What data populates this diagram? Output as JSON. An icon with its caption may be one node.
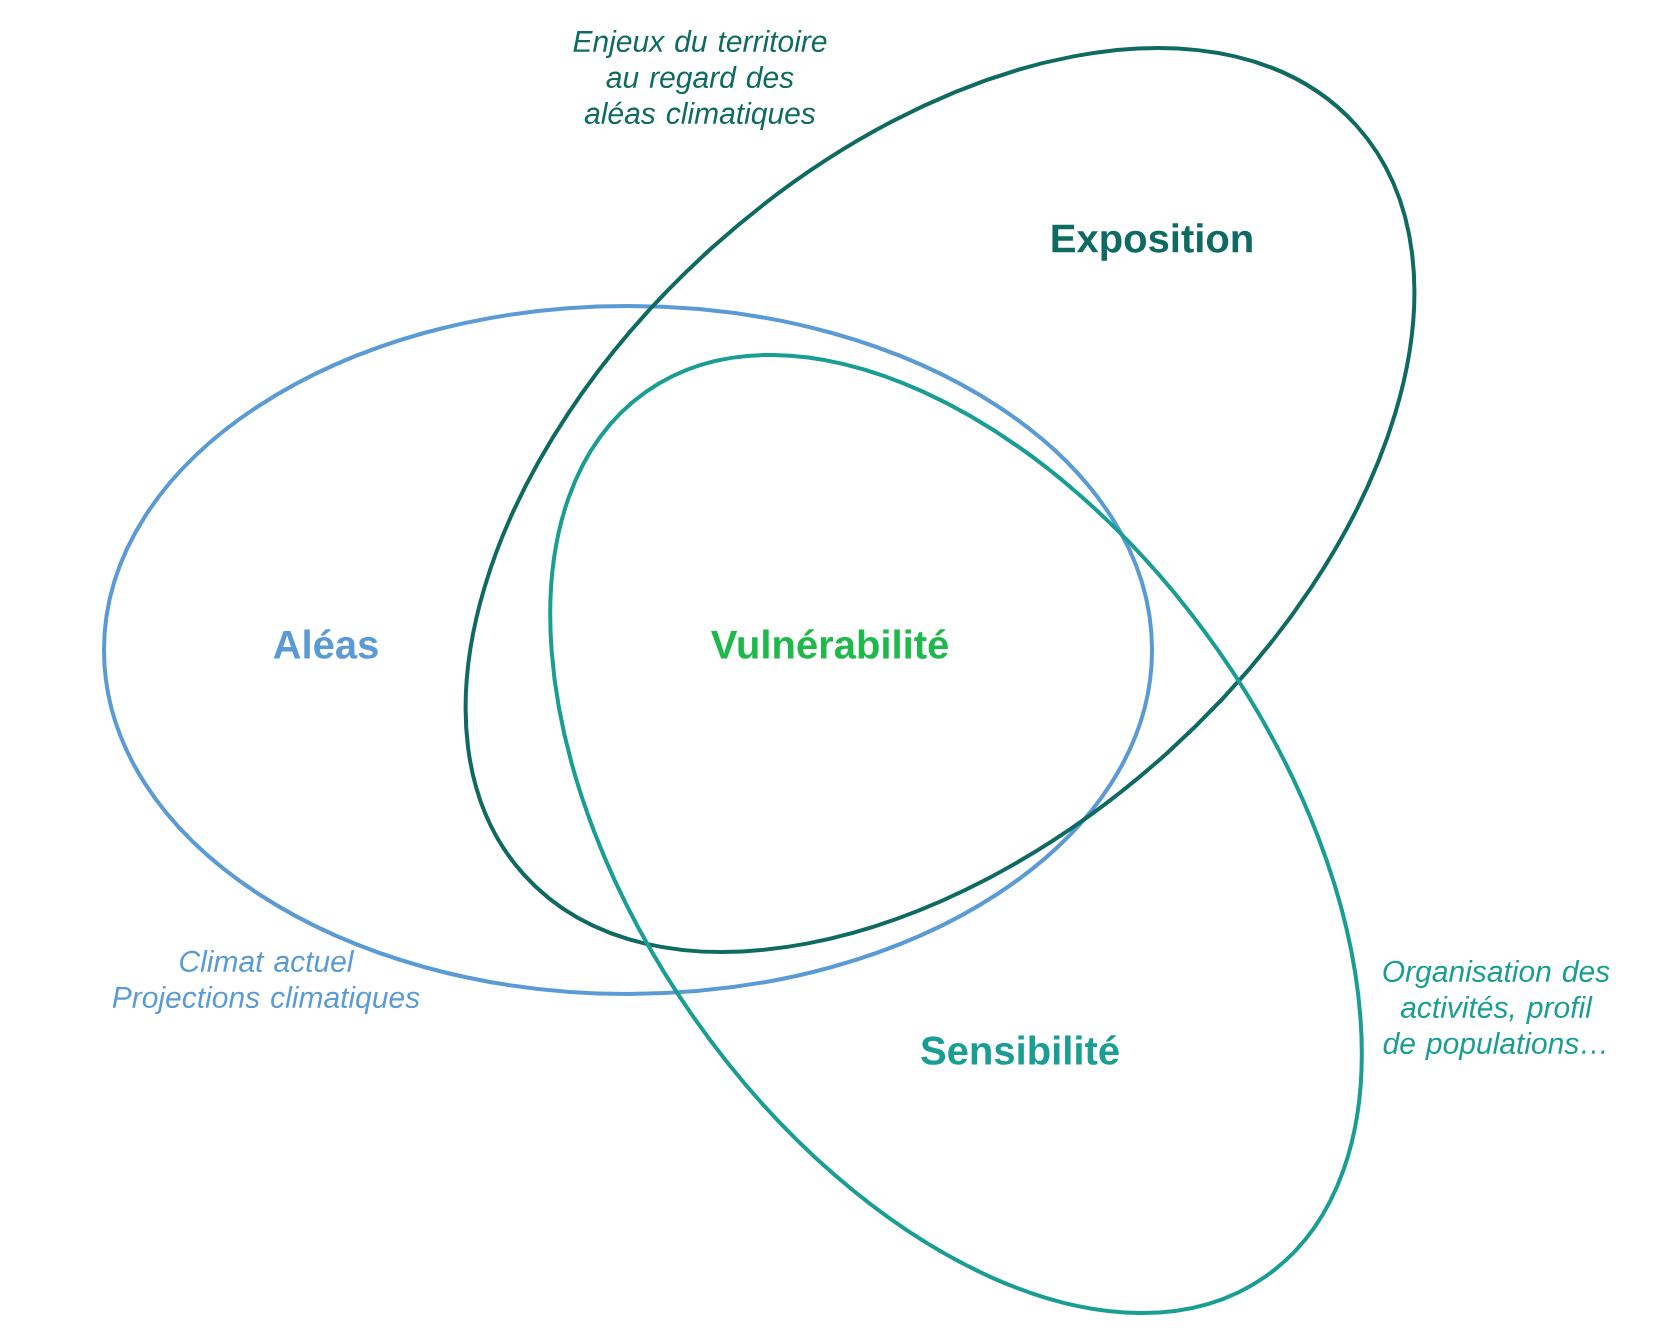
{
  "diagram": {
    "nodes": [
      {
        "text": [
          "Aléas"
        ],
        "beside": [
          "Climat actuel Projections climatiques"
        ]
      },
      {
        "text": [
          "Exposition"
        ],
        "beside": [
          "Enjeux du territoire au regard des aléas climatiques"
        ]
      },
      {
        "text": [
          "Sensibilité"
        ],
        "beside": [
          "Organisation des activités, profil de populations…"
        ]
      }
    ],
    "labels": [
      "Vulnérabilité"
    ]
  }
}
